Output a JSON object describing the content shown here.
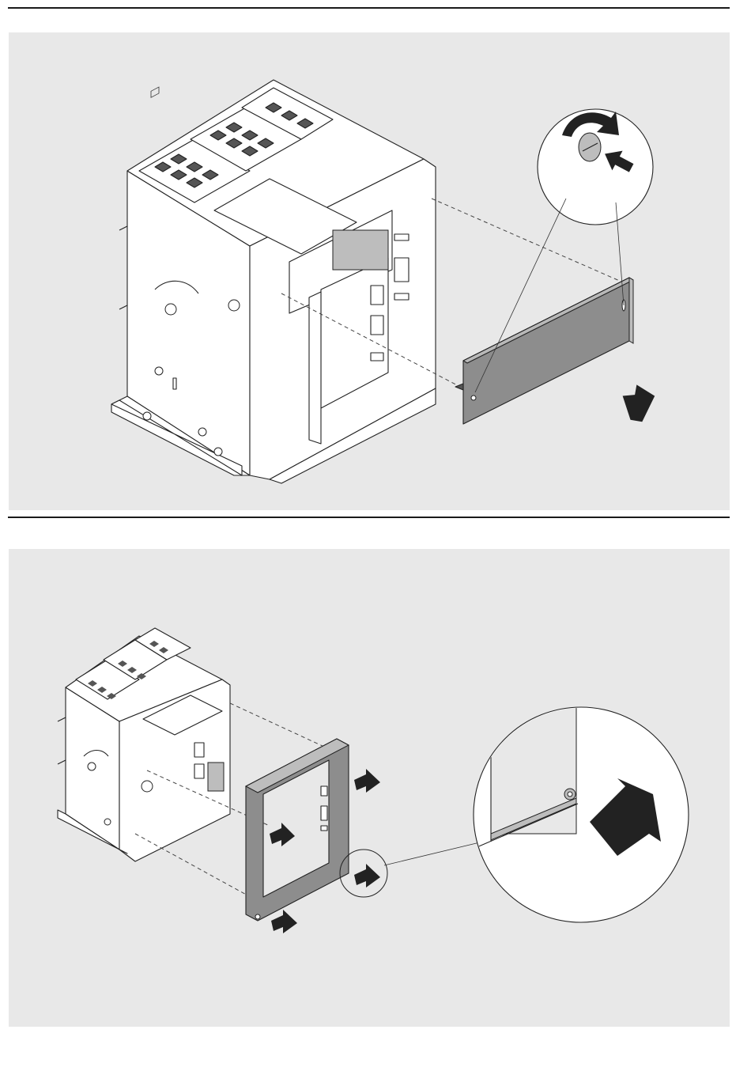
{
  "figures": [
    {
      "id": "fig-1",
      "content": "remove-front-cover-step"
    },
    {
      "id": "fig-2",
      "content": "remove-front-frame-step"
    }
  ],
  "colors": {
    "panel_background": "#e8e8e8",
    "rule": "#1a1a1a",
    "part_fill": "#8d8d8d",
    "ink": "#222222"
  },
  "icons": [
    "rotate-arrow-icon",
    "push-arrow-icon",
    "pull-arrow-icon",
    "magnifier-callout-icon"
  ]
}
